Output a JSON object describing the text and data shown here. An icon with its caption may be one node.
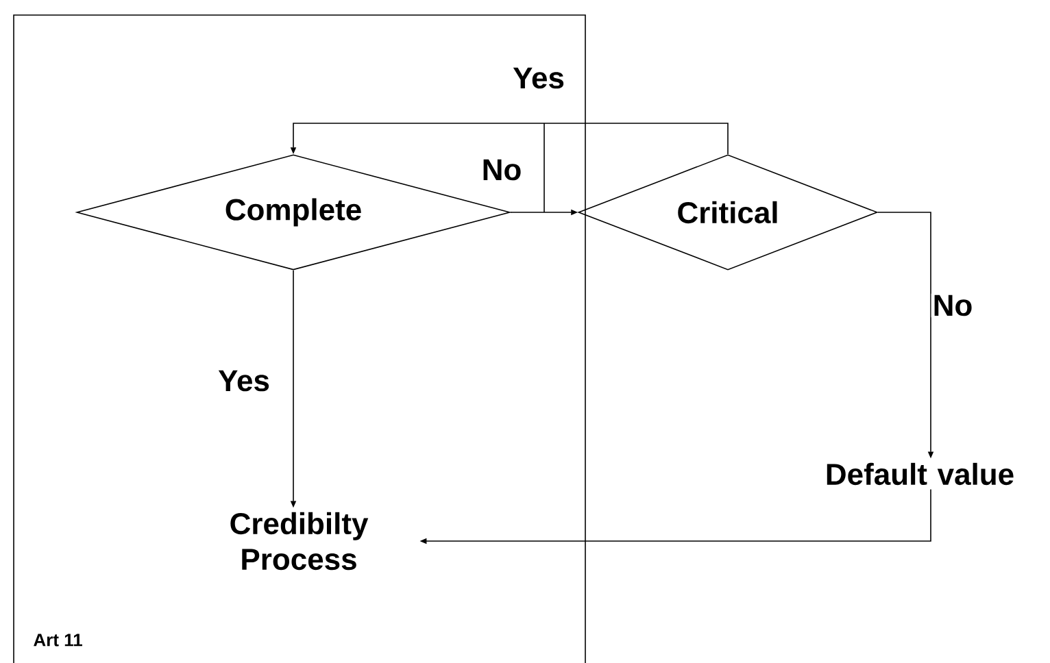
{
  "diagram": {
    "nodes": [
      {
        "text": [
          "Art 11"
        ]
      },
      {
        "text": [
          "Complete"
        ],
        "in": 0
      },
      {
        "text": [
          "Critical"
        ]
      },
      {
        "text": [
          "Credibilty Process"
        ],
        "in": 0
      },
      {
        "text": [
          "Default value"
        ]
      }
    ],
    "edges": [
      {
        "from": 1,
        "to": 2,
        "arrow": "to",
        "label": "No"
      },
      {
        "from": 2,
        "to": 1,
        "arrow": "to",
        "label": "Yes"
      },
      {
        "from": 1,
        "to": 3,
        "arrow": "to",
        "label": "Yes"
      },
      {
        "from": 2,
        "to": 4,
        "arrow": "to",
        "label": "No"
      },
      {
        "from": 4,
        "to": 3,
        "arrow": "to"
      }
    ]
  }
}
